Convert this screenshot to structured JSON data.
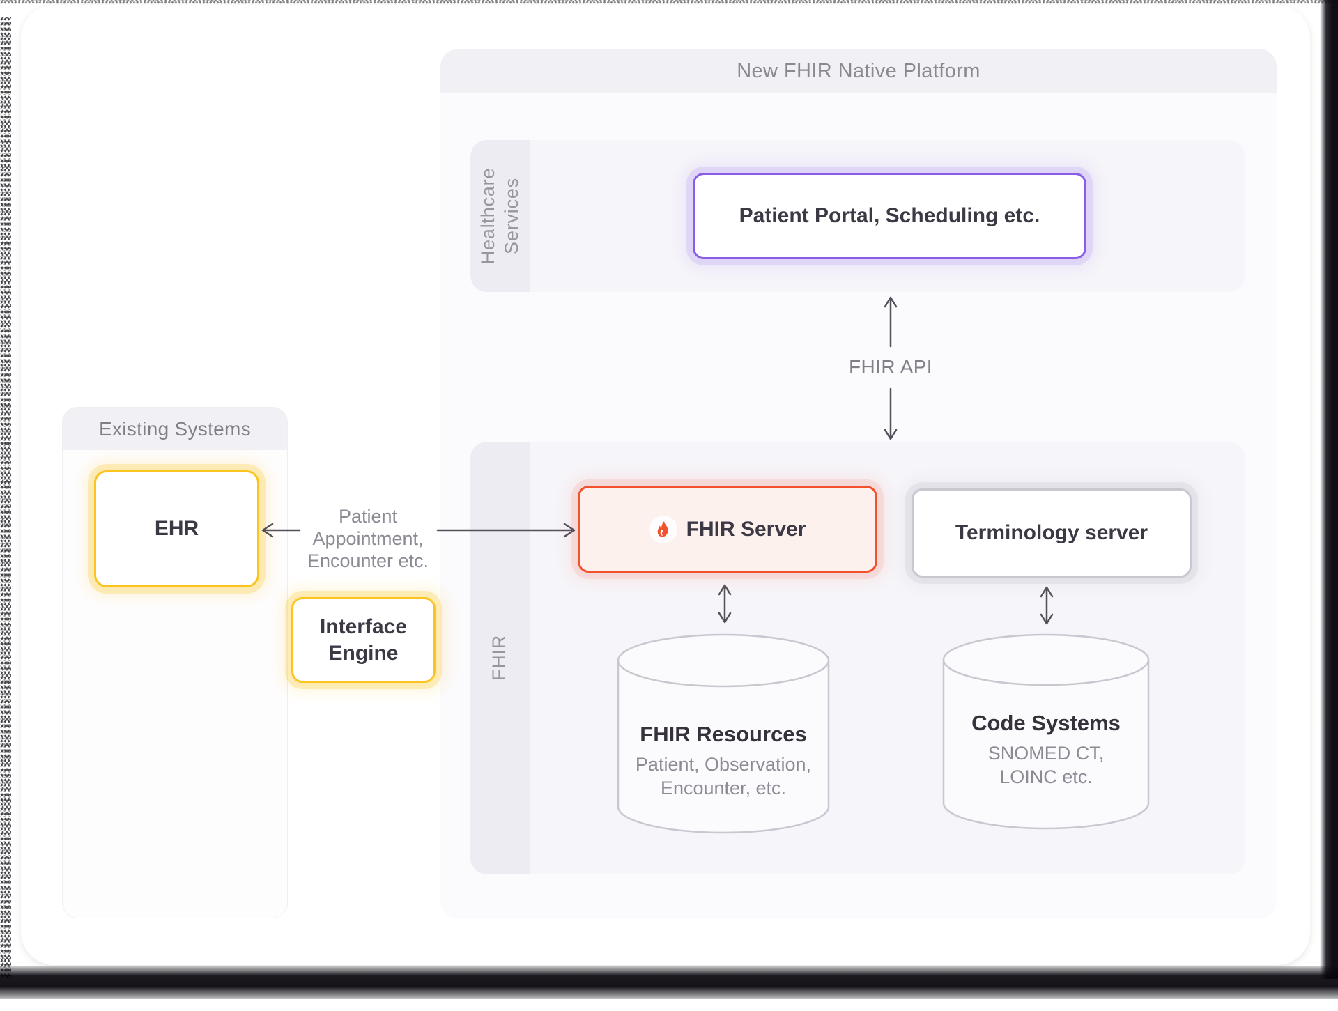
{
  "platform": {
    "title": "New FHIR Native Platform",
    "healthcare": {
      "side_label": [
        "Healthcare",
        "Services"
      ],
      "portal": {
        "label": "Patient Portal, Scheduling etc."
      }
    },
    "fhir": {
      "side_label": "FHIR",
      "server": {
        "label": "FHIR Server",
        "icon": "flame-icon"
      },
      "terminology": {
        "label": "Terminology server"
      },
      "resources_db": {
        "title": "FHIR Resources",
        "lines": [
          "Patient, Observation,",
          "Encounter, etc."
        ]
      },
      "code_db": {
        "title": "Code Systems",
        "lines": [
          "SNOMED CT,",
          "LOINC etc."
        ]
      }
    }
  },
  "existing_systems": {
    "title": "Existing Systems",
    "ehr": {
      "label": "EHR"
    },
    "interface_engine": {
      "lines": [
        "Interface",
        "Engine"
      ]
    }
  },
  "connections": {
    "ehr_to_server": {
      "lines": [
        "Patient",
        "Appointment,",
        "Encounter etc."
      ]
    },
    "api_label": "FHIR API"
  },
  "colors": {
    "accent_yellow": "#fcc41f",
    "accent_purple": "#8a5ce8",
    "accent_orange": "#f2512e",
    "neutral_border": "#c9c7cf",
    "panel_bg": "#f6f5f9",
    "strip_bg": "#edecf2",
    "text_dark": "#3c3945",
    "text_gray": "#8d8a94"
  }
}
